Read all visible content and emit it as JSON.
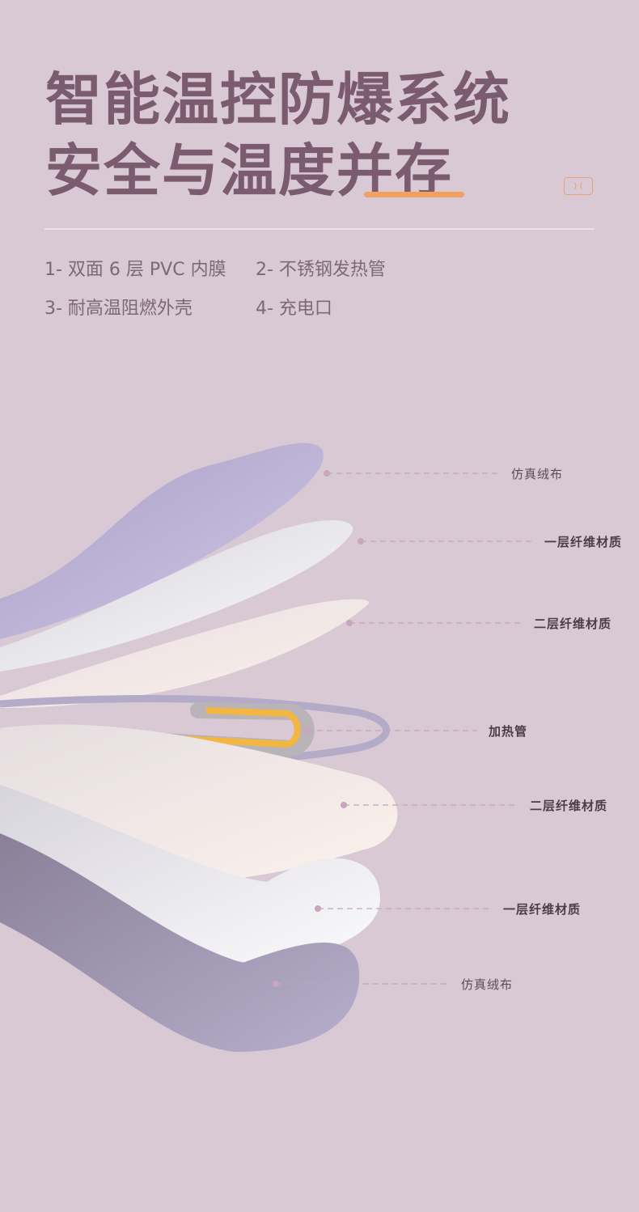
{
  "header": {
    "title_line1": "智能温控防爆系统",
    "title_line2": "安全与温度并存",
    "badge_icon": "quote-bracket-icon"
  },
  "features": [
    "1- 双面 6 层 PVC 内膜",
    "2- 不锈钢发热管",
    "3- 耐高温阻燃外壳",
    "4- 充电口"
  ],
  "layers": [
    "仿真绒布",
    "一层纤维材质",
    "二层纤维材质",
    "加热管",
    "二层纤维材质",
    "一层纤维材质",
    "仿真绒布"
  ],
  "colors": {
    "background": "#d9c9d5",
    "title": "#7b5b6f",
    "accent": "#f0a060"
  }
}
